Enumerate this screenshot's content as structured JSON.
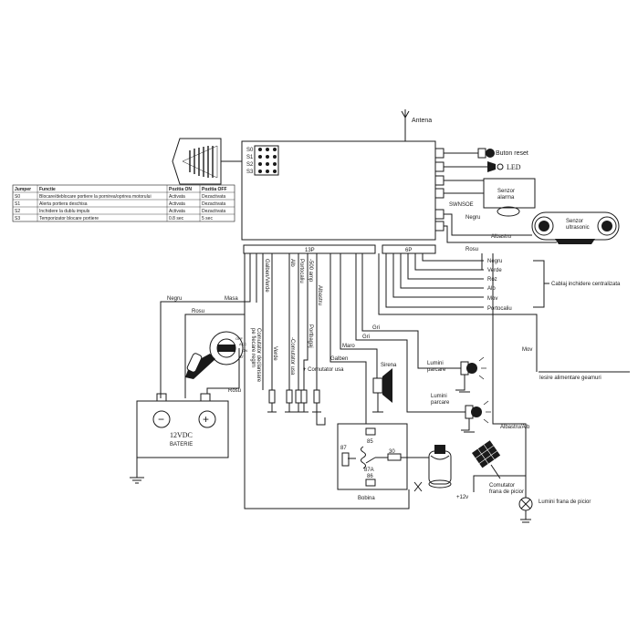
{
  "antenna": "Antena",
  "reset_button": "Buton reset",
  "led": "LED",
  "swnsoe": "SWNSOE",
  "alarm_sensor": "Senzor\nalarma",
  "ultrasonic_sensor": "Senzor\nultrasonic",
  "jumpers": {
    "labels": [
      "S0",
      "S1",
      "S2",
      "S3"
    ],
    "table": {
      "headers": [
        "Jumper",
        "Functie",
        "Pozitia ON",
        "Pozitia OFF"
      ],
      "rows": [
        [
          "S0",
          "Blocare/deblocare portiere la pornirea/oprirea motorului",
          "Activata",
          "Dezactivata"
        ],
        [
          "S1",
          "Alerta portiera deschisa",
          "Activata",
          "Dezactivata"
        ],
        [
          "S2",
          "Inchidere la dublu impuls",
          "Activata",
          "Dezactivata"
        ],
        [
          "S3",
          "Temporizator blocare portiere",
          "0.8 sec",
          "5 sec"
        ]
      ]
    }
  },
  "connectors": {
    "main": "13P",
    "secondary": "6P"
  },
  "wires": {
    "negru": "Negru",
    "masa": "Masa",
    "rosu": "Rosu",
    "galben_verde": "Galben/Verde",
    "alb": "Alb",
    "portocaliu": "Portocaliu",
    "fuse": "-500 amp",
    "albastru": "Albastru",
    "gri": "Gri",
    "maro": "Maro",
    "galben": "Galben",
    "verde": "Verde",
    "roz": "Roz",
    "mov": "Mov",
    "albastru_alb": "Albastru/Alb"
  },
  "lock_wires": [
    "Negru",
    "Verde",
    "Roz",
    "Alb",
    "Mov",
    "Portocaliu"
  ],
  "central_lock": "Cablaj inchidere centralizata",
  "power_window_output": "Iesire alimentare geamuri",
  "battery": {
    "voltage": "12VDC",
    "name": "BATERIE",
    "minus": "−",
    "plus": "+"
  },
  "ignition": {
    "off": "OFF",
    "acc": "ACC",
    "on": "ON",
    "start": "ST"
  },
  "ignition_note": "Comutator declansare\npe fiecare regim",
  "door_switch_neg": "-Comutator usa",
  "trunk": "Portbagaj",
  "door_switch_pos": "+ Comutator usa",
  "siren": "Sirena",
  "parking_lights_1": "Lumini\nparcare",
  "parking_lights_2": "Lumini\nparcare",
  "relay": {
    "p87": "87",
    "p85": "85",
    "p30": "30",
    "p87a": "87A",
    "p86": "86"
  },
  "coil": "Bobina",
  "brake_switch": "Comutator\nfrana de picior",
  "plus12": "+12v",
  "brake_lights": "Lumini frana de picior",
  "panel_symbol": "|\n|\n|"
}
